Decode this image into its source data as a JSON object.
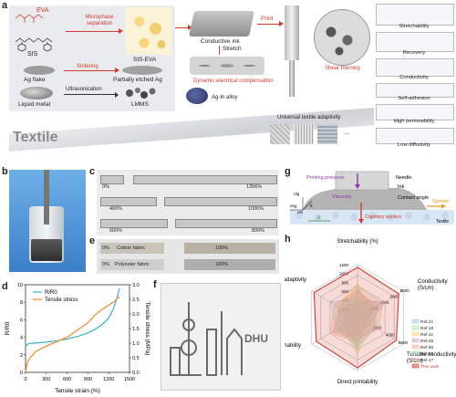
{
  "panels": {
    "a": "a",
    "b": "b",
    "c": "c",
    "d": "d",
    "e": "e",
    "f": "f",
    "g": "g",
    "h": "h"
  },
  "panel_a": {
    "eva": "EVA",
    "sis": "SIS",
    "microphase": "Microphase\nseparation",
    "sis_eva": "SIS-EVA",
    "conductive_ink": "Conductive ink",
    "print": "Print",
    "stretch": "Stretch",
    "ag_flake": "Ag flake",
    "sintering": "Sintering",
    "partially_etched": "Partially etched Ag",
    "dynamic": "Dynamic electrical compensation",
    "ag_in_alloy": "Ag-In alloy",
    "liquid_metal": "Liquid metal",
    "ultrasonication": "Ultrasonication",
    "lmms": "LMMS",
    "shear_thinning": "Shear thinning",
    "textile": "Textile",
    "universal": "Universal textile adaptivity",
    "ellipsis": "...",
    "properties": [
      "Stretchability",
      "Recovery",
      "Conductivity",
      "Self-adhesion",
      "High permeability",
      "Low diffusivity"
    ]
  },
  "panel_c": {
    "labels": [
      "0%",
      "1356%",
      "400%",
      "1000%",
      "600%",
      "800%"
    ]
  },
  "panel_e": {
    "labels": [
      "0%",
      "Cotton fabric",
      "100%",
      "0%",
      "Polyester fabric",
      "100%"
    ]
  },
  "panel_f": {
    "text": "DHU"
  },
  "panel_g": {
    "needle": "Needle",
    "ink": "Ink",
    "printing_pressure": "Printing pressure",
    "viscosity": "Viscosity",
    "contact_angle": "Contact angle",
    "spread": "Spread",
    "capillary_suction": "Capillary suction",
    "textile": "Textile",
    "sigma_sg": "σsg",
    "sigma_lg": "σlg",
    "sigma_sl": "σsl",
    "theta": "θ",
    "d": "d"
  },
  "chart_data": [
    {
      "type": "line",
      "panel": "d",
      "xlabel": "Tensile strain (%)",
      "ylabel": "R/R0",
      "y2label": "Tensile stress (MPa)",
      "xlim": [
        0,
        1500
      ],
      "ylim": [
        0,
        10
      ],
      "y2lim": [
        0,
        3.0
      ],
      "xticks": [
        0,
        300,
        600,
        900,
        1200,
        1500
      ],
      "yticks": [
        0,
        2,
        4,
        6,
        8,
        10
      ],
      "y2ticks": [
        0.0,
        0.5,
        1.0,
        1.5,
        2.0,
        2.5,
        3.0
      ],
      "xtick_labels": [
        "0",
        "300",
        "600",
        "900",
        "1200",
        "1500"
      ],
      "ytick_labels": [
        "0",
        "2",
        "4",
        "6",
        "8",
        "10"
      ],
      "y2tick_labels": [
        "0.0",
        "0.5",
        "1.0",
        "1.5",
        "2.0",
        "2.5",
        "3.0"
      ],
      "legend": "top-left",
      "series": [
        {
          "name": "R/R0",
          "axis": "left",
          "color": "#35b3c8",
          "x": [
            0,
            50,
            150,
            300,
            450,
            600,
            750,
            900,
            1000,
            1100,
            1200,
            1260,
            1300,
            1340,
            1356
          ],
          "y": [
            3.0,
            3.3,
            3.35,
            3.45,
            3.6,
            3.8,
            4.1,
            4.5,
            4.9,
            5.4,
            6.2,
            7.1,
            8.0,
            9.1,
            9.6
          ]
        },
        {
          "name": "Tensile stress",
          "axis": "right",
          "color": "#f08a2c",
          "x": [
            0,
            20,
            60,
            150,
            300,
            450,
            600,
            750,
            900,
            1000,
            1100,
            1200,
            1280,
            1330,
            1356
          ],
          "y": [
            0.0,
            0.3,
            0.48,
            0.72,
            0.9,
            1.05,
            1.2,
            1.45,
            1.7,
            1.95,
            2.15,
            2.3,
            2.42,
            2.55,
            2.58
          ]
        }
      ]
    },
    {
      "type": "radar",
      "panel": "h",
      "axes": [
        "Stretchability (%)",
        "Conductivity (S/cm)",
        "Tunable conductivity (S/cm)",
        "Direct printability",
        "Washability",
        "Textile adaptivity"
      ],
      "radial_ticks_stretch": [
        "200",
        "400",
        "600",
        "800",
        "1000",
        "1200"
      ],
      "radial_ticks_cond": [
        "2000",
        "4000",
        "6000",
        "8000"
      ],
      "radial_ticks_tunable": [
        "2000",
        "4000",
        "6000"
      ],
      "series": [
        {
          "name": "Ref.21",
          "color": "#9ac7e8",
          "values": [
            0.55,
            0.35,
            0.2,
            0.6,
            0.3,
            0.3
          ]
        },
        {
          "name": "Ref.19",
          "color": "#b7dfa0",
          "values": [
            0.4,
            0.5,
            0.15,
            0.5,
            0.4,
            0.25
          ]
        },
        {
          "name": "Ref.41",
          "color": "#f4d37a",
          "values": [
            0.65,
            0.25,
            0.3,
            0.7,
            0.35,
            0.45
          ]
        },
        {
          "name": "Ref.25",
          "color": "#c8a8d8",
          "values": [
            0.3,
            0.6,
            0.25,
            0.35,
            0.5,
            0.35
          ]
        },
        {
          "name": "Ref.55",
          "color": "#f3b8a0",
          "values": [
            0.5,
            0.45,
            0.35,
            0.45,
            0.6,
            0.5
          ]
        },
        {
          "name": "Ref.56",
          "color": "#a8d8d0",
          "values": [
            0.35,
            0.3,
            0.4,
            0.55,
            0.45,
            0.6
          ]
        },
        {
          "name": "Ref.17",
          "color": "#e0c0a0",
          "values": [
            0.6,
            0.55,
            0.45,
            0.4,
            0.55,
            0.4
          ]
        },
        {
          "name": "This work",
          "color": "#d23a2e",
          "values": [
            0.95,
            0.9,
            0.85,
            0.95,
            0.9,
            0.95
          ]
        }
      ]
    }
  ]
}
